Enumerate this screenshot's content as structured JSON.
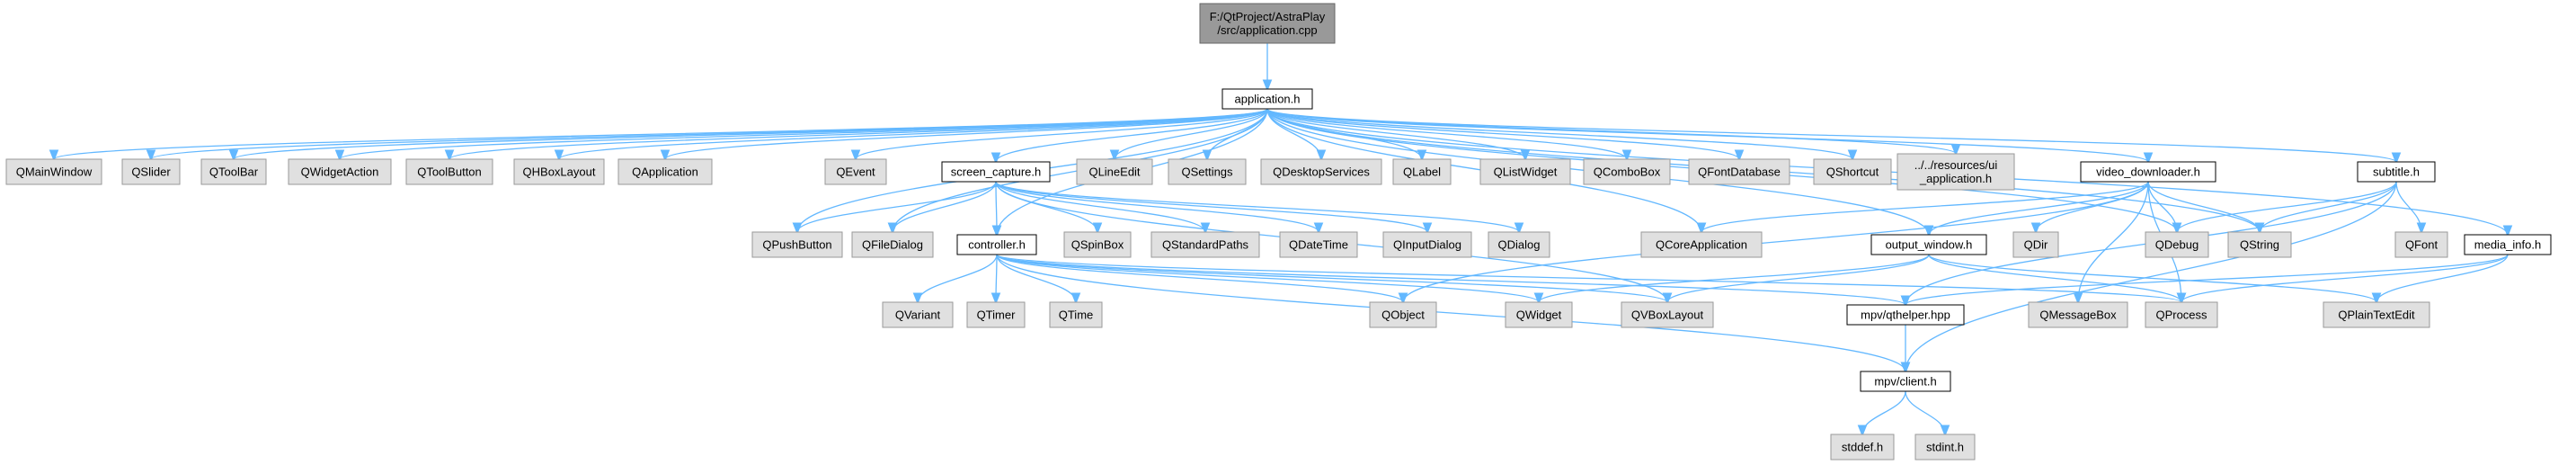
{
  "diagram": {
    "type": "include-dependency-graph",
    "colors": {
      "edge": "#63b8ff",
      "root_fill": "#999999",
      "file_fill": "#ffffff",
      "external_fill": "#e0e0e0"
    },
    "nodes": [
      {
        "id": "root",
        "kind": "root",
        "lines": [
          "F:/QtProject/AstraPlay",
          "/src/application.cpp"
        ]
      },
      {
        "id": "application_h",
        "kind": "file",
        "lines": [
          "application.h"
        ]
      },
      {
        "id": "QMainWindow",
        "kind": "ext",
        "lines": [
          "QMainWindow"
        ]
      },
      {
        "id": "QSlider",
        "kind": "ext",
        "lines": [
          "QSlider"
        ]
      },
      {
        "id": "QToolBar",
        "kind": "ext",
        "lines": [
          "QToolBar"
        ]
      },
      {
        "id": "QWidgetAction",
        "kind": "ext",
        "lines": [
          "QWidgetAction"
        ]
      },
      {
        "id": "QToolButton",
        "kind": "ext",
        "lines": [
          "QToolButton"
        ]
      },
      {
        "id": "QHBoxLayout",
        "kind": "ext",
        "lines": [
          "QHBoxLayout"
        ]
      },
      {
        "id": "QApplication",
        "kind": "ext",
        "lines": [
          "QApplication"
        ]
      },
      {
        "id": "QEvent",
        "kind": "ext",
        "lines": [
          "QEvent"
        ]
      },
      {
        "id": "screen_capture_h",
        "kind": "file",
        "lines": [
          "screen_capture.h"
        ]
      },
      {
        "id": "QLineEdit",
        "kind": "ext",
        "lines": [
          "QLineEdit"
        ]
      },
      {
        "id": "QSettings",
        "kind": "ext",
        "lines": [
          "QSettings"
        ]
      },
      {
        "id": "QDesktopServices",
        "kind": "ext",
        "lines": [
          "QDesktopServices"
        ]
      },
      {
        "id": "QLabel",
        "kind": "ext",
        "lines": [
          "QLabel"
        ]
      },
      {
        "id": "QListWidget",
        "kind": "ext",
        "lines": [
          "QListWidget"
        ]
      },
      {
        "id": "QComboBox",
        "kind": "ext",
        "lines": [
          "QComboBox"
        ]
      },
      {
        "id": "QFontDatabase",
        "kind": "ext",
        "lines": [
          "QFontDatabase"
        ]
      },
      {
        "id": "QShortcut",
        "kind": "ext",
        "lines": [
          "QShortcut"
        ]
      },
      {
        "id": "ui_application_h",
        "kind": "ext",
        "lines": [
          "../../resources/ui",
          "_application.h"
        ]
      },
      {
        "id": "video_downloader_h",
        "kind": "file",
        "lines": [
          "video_downloader.h"
        ]
      },
      {
        "id": "subtitle_h",
        "kind": "file",
        "lines": [
          "subtitle.h"
        ]
      },
      {
        "id": "QPushButton",
        "kind": "ext",
        "lines": [
          "QPushButton"
        ]
      },
      {
        "id": "QFileDialog",
        "kind": "ext",
        "lines": [
          "QFileDialog"
        ]
      },
      {
        "id": "controller_h",
        "kind": "file",
        "lines": [
          "controller.h"
        ]
      },
      {
        "id": "QSpinBox",
        "kind": "ext",
        "lines": [
          "QSpinBox"
        ]
      },
      {
        "id": "QStandardPaths",
        "kind": "ext",
        "lines": [
          "QStandardPaths"
        ]
      },
      {
        "id": "QDateTime",
        "kind": "ext",
        "lines": [
          "QDateTime"
        ]
      },
      {
        "id": "QInputDialog",
        "kind": "ext",
        "lines": [
          "QInputDialog"
        ]
      },
      {
        "id": "QDialog",
        "kind": "ext",
        "lines": [
          "QDialog"
        ]
      },
      {
        "id": "QCoreApplication",
        "kind": "ext",
        "lines": [
          "QCoreApplication"
        ]
      },
      {
        "id": "output_window_h",
        "kind": "file",
        "lines": [
          "output_window.h"
        ]
      },
      {
        "id": "QDir",
        "kind": "ext",
        "lines": [
          "QDir"
        ]
      },
      {
        "id": "QDebug",
        "kind": "ext",
        "lines": [
          "QDebug"
        ]
      },
      {
        "id": "QString",
        "kind": "ext",
        "lines": [
          "QString"
        ]
      },
      {
        "id": "QFont",
        "kind": "ext",
        "lines": [
          "QFont"
        ]
      },
      {
        "id": "media_info_h",
        "kind": "file",
        "lines": [
          "media_info.h"
        ]
      },
      {
        "id": "QVariant",
        "kind": "ext",
        "lines": [
          "QVariant"
        ]
      },
      {
        "id": "QTimer",
        "kind": "ext",
        "lines": [
          "QTimer"
        ]
      },
      {
        "id": "QTime",
        "kind": "ext",
        "lines": [
          "QTime"
        ]
      },
      {
        "id": "QObject",
        "kind": "ext",
        "lines": [
          "QObject"
        ]
      },
      {
        "id": "QWidget",
        "kind": "ext",
        "lines": [
          "QWidget"
        ]
      },
      {
        "id": "QVBoxLayout",
        "kind": "ext",
        "lines": [
          "QVBoxLayout"
        ]
      },
      {
        "id": "mpv_qthelper_hpp",
        "kind": "file",
        "lines": [
          "mpv/qthelper.hpp"
        ]
      },
      {
        "id": "QMessageBox",
        "kind": "ext",
        "lines": [
          "QMessageBox"
        ]
      },
      {
        "id": "QProcess",
        "kind": "ext",
        "lines": [
          "QProcess"
        ]
      },
      {
        "id": "QPlainTextEdit",
        "kind": "ext",
        "lines": [
          "QPlainTextEdit"
        ]
      },
      {
        "id": "mpv_client_h",
        "kind": "file",
        "lines": [
          "mpv/client.h"
        ]
      },
      {
        "id": "stddef_h",
        "kind": "ext",
        "lines": [
          "stddef.h"
        ]
      },
      {
        "id": "stdint_h",
        "kind": "ext",
        "lines": [
          "stdint.h"
        ]
      }
    ],
    "edges": [
      [
        "root",
        "application_h"
      ],
      [
        "application_h",
        "QMainWindow"
      ],
      [
        "application_h",
        "QSlider"
      ],
      [
        "application_h",
        "QToolBar"
      ],
      [
        "application_h",
        "QWidgetAction"
      ],
      [
        "application_h",
        "QToolButton"
      ],
      [
        "application_h",
        "QHBoxLayout"
      ],
      [
        "application_h",
        "QApplication"
      ],
      [
        "application_h",
        "QPushButton"
      ],
      [
        "application_h",
        "QFileDialog"
      ],
      [
        "application_h",
        "QEvent"
      ],
      [
        "application_h",
        "screen_capture_h"
      ],
      [
        "application_h",
        "controller_h"
      ],
      [
        "application_h",
        "QLineEdit"
      ],
      [
        "application_h",
        "QSettings"
      ],
      [
        "application_h",
        "QDesktopServices"
      ],
      [
        "application_h",
        "QLabel"
      ],
      [
        "application_h",
        "QListWidget"
      ],
      [
        "application_h",
        "QComboBox"
      ],
      [
        "application_h",
        "QFontDatabase"
      ],
      [
        "application_h",
        "QShortcut"
      ],
      [
        "application_h",
        "ui_application_h"
      ],
      [
        "application_h",
        "QCoreApplication"
      ],
      [
        "application_h",
        "video_downloader_h"
      ],
      [
        "application_h",
        "output_window_h"
      ],
      [
        "application_h",
        "QDebug"
      ],
      [
        "application_h",
        "QString"
      ],
      [
        "application_h",
        "subtitle_h"
      ],
      [
        "application_h",
        "media_info_h"
      ],
      [
        "screen_capture_h",
        "QPushButton"
      ],
      [
        "screen_capture_h",
        "QFileDialog"
      ],
      [
        "screen_capture_h",
        "controller_h"
      ],
      [
        "screen_capture_h",
        "QSpinBox"
      ],
      [
        "screen_capture_h",
        "QStandardPaths"
      ],
      [
        "screen_capture_h",
        "QDateTime"
      ],
      [
        "screen_capture_h",
        "QInputDialog"
      ],
      [
        "screen_capture_h",
        "QDialog"
      ],
      [
        "screen_capture_h",
        "QVBoxLayout"
      ],
      [
        "controller_h",
        "QVariant"
      ],
      [
        "controller_h",
        "QTimer"
      ],
      [
        "controller_h",
        "QTime"
      ],
      [
        "controller_h",
        "QObject"
      ],
      [
        "controller_h",
        "QWidget"
      ],
      [
        "controller_h",
        "QVBoxLayout"
      ],
      [
        "controller_h",
        "mpv_qthelper_hpp"
      ],
      [
        "controller_h",
        "QProcess"
      ],
      [
        "controller_h",
        "mpv_client_h"
      ],
      [
        "video_downloader_h",
        "QCoreApplication"
      ],
      [
        "video_downloader_h",
        "output_window_h"
      ],
      [
        "video_downloader_h",
        "QDir"
      ],
      [
        "video_downloader_h",
        "QDebug"
      ],
      [
        "video_downloader_h",
        "QString"
      ],
      [
        "video_downloader_h",
        "QMessageBox"
      ],
      [
        "video_downloader_h",
        "QProcess"
      ],
      [
        "video_downloader_h",
        "QObject"
      ],
      [
        "output_window_h",
        "QWidget"
      ],
      [
        "output_window_h",
        "QVBoxLayout"
      ],
      [
        "output_window_h",
        "QPlainTextEdit"
      ],
      [
        "output_window_h",
        "QProcess"
      ],
      [
        "subtitle_h",
        "QDebug"
      ],
      [
        "subtitle_h",
        "QString"
      ],
      [
        "subtitle_h",
        "QFont"
      ],
      [
        "subtitle_h",
        "mpv_qthelper_hpp"
      ],
      [
        "subtitle_h",
        "mpv_client_h"
      ],
      [
        "media_info_h",
        "QProcess"
      ],
      [
        "media_info_h",
        "QPlainTextEdit"
      ],
      [
        "media_info_h",
        "mpv_qthelper_hpp"
      ],
      [
        "mpv_qthelper_hpp",
        "mpv_client_h"
      ],
      [
        "mpv_client_h",
        "stddef_h"
      ],
      [
        "mpv_client_h",
        "stdint_h"
      ]
    ]
  }
}
